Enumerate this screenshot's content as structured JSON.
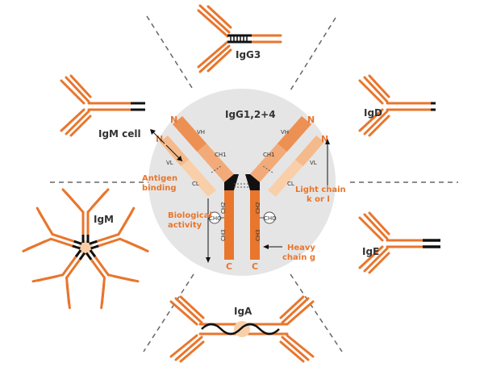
{
  "colors": {
    "orange": "#e8762d",
    "light_orange": "#f2ab78",
    "pale_orange": "#f8cfa9",
    "black": "#111111",
    "circle_fill": "#e6e5e5",
    "dash": "#666666",
    "text_orange": "#e8762d",
    "text_dark": "#333333"
  },
  "labels": {
    "igg3": "IgG3",
    "igm_cell": "IgM cell",
    "igd": "IgD",
    "igm": "IgM",
    "ige": "IgE",
    "iga": "IgA",
    "center_title": "IgG1,2+4"
  },
  "center": {
    "n_left": "N",
    "n_right": "N",
    "c_left": "C",
    "c_right": "C",
    "vh": "VH",
    "vl": "VL",
    "ch1": "CH1",
    "ch2": "CH2",
    "ch3": "CH3",
    "cl": "CL",
    "cho": "CHO",
    "antigen_binding_1": "Antigen",
    "antigen_binding_2": "binding",
    "biological_activity_1": "Biological",
    "biological_activity_2": "activity",
    "light_chain_1": "Light chain",
    "light_chain_2": "k or l",
    "heavy_chain_1": "Heavy",
    "heavy_chain_2": "chain g"
  }
}
